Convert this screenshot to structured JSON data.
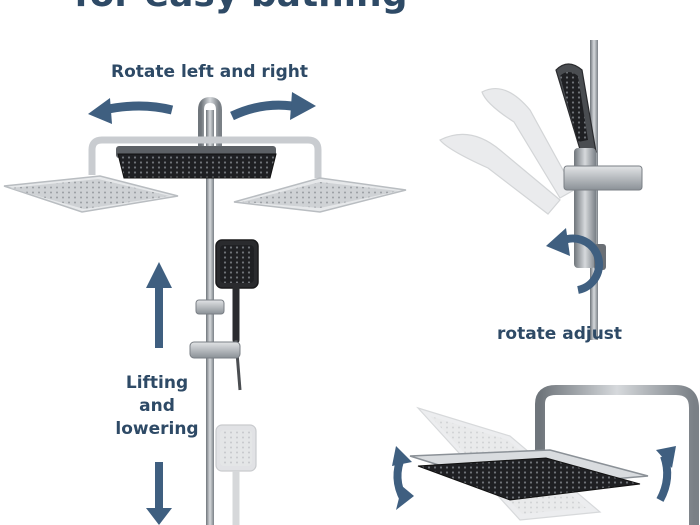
{
  "headline": "for easy bathing",
  "labels": {
    "rotate_left_right": "Rotate left and right",
    "lifting": "Lifting",
    "and": "and",
    "lowering": "lowering",
    "rotate_adjust": "rotate adjust"
  },
  "colors": {
    "text": "#2e4a66",
    "arrow": "#3f5f80",
    "chrome": "#9aa0a6",
    "dark": "#1f2023"
  },
  "icons": [
    "rotate-left-arrow-icon",
    "rotate-right-arrow-icon",
    "up-arrow-icon",
    "down-arrow-icon",
    "rotate-circle-icon",
    "tilt-left-arrow-icon",
    "tilt-right-arrow-icon"
  ]
}
